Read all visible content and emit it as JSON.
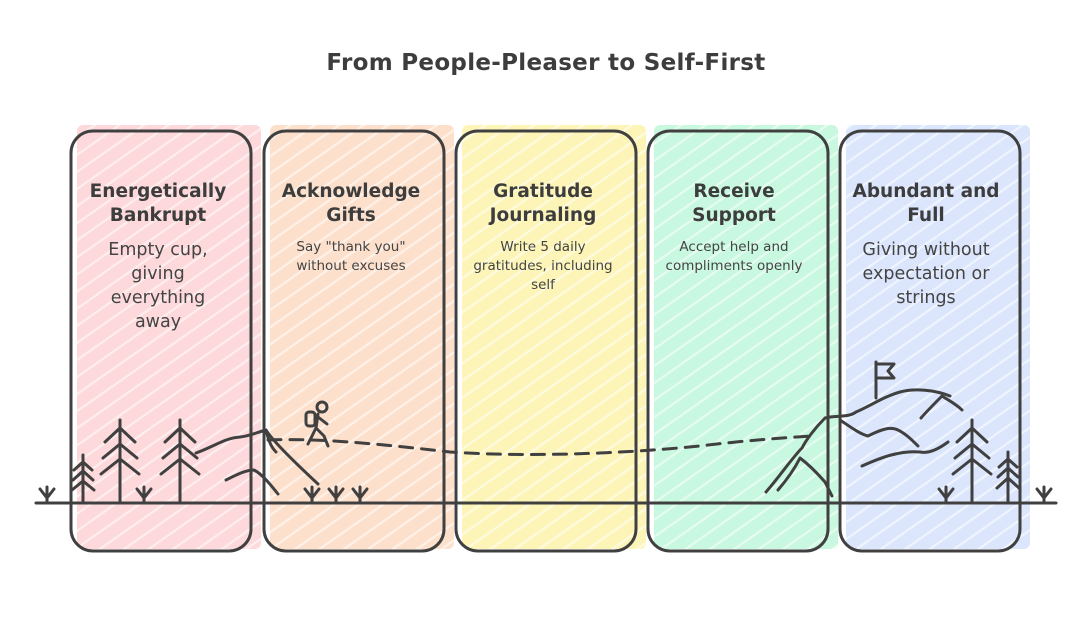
{
  "title": "From People-Pleaser to Self-First",
  "stages": [
    {
      "title": "Energetically Bankrupt",
      "description": "Empty cup, giving everything away",
      "color": "#fdd9db"
    },
    {
      "title": "Acknowledge Gifts",
      "description": "Say \"thank you\" without excuses",
      "color": "#fde0cc"
    },
    {
      "title": "Gratitude Journaling",
      "description": "Write 5 daily gratitudes, including self",
      "color": "#fdf5b8"
    },
    {
      "title": "Receive Support",
      "description": "Accept help and compliments openly",
      "color": "#c8f8df"
    },
    {
      "title": "Abundant and Full",
      "description": "Giving without expectation or strings",
      "color": "#dbe6fd"
    }
  ],
  "colors": {
    "outline": "#404040",
    "text": "#3d3d3d"
  },
  "icons": [
    "hiker-icon",
    "flag-icon",
    "pine-tree-icon",
    "mountain-icon",
    "grass-icon"
  ]
}
